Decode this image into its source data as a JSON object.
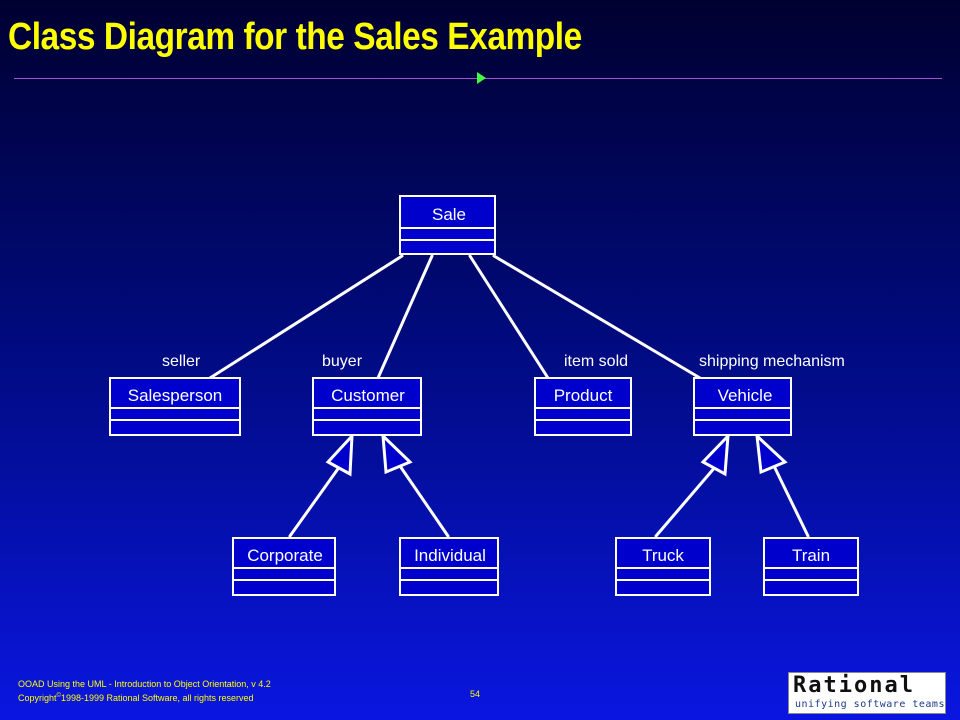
{
  "title": "Class Diagram for the Sales Example",
  "classes": {
    "sale": "Sale",
    "salesperson": "Salesperson",
    "customer": "Customer",
    "product": "Product",
    "vehicle": "Vehicle",
    "corporate": "Corporate",
    "individual": "Individual",
    "truck": "Truck",
    "train": "Train"
  },
  "roles": {
    "seller": "seller",
    "buyer": "buyer",
    "item_sold": "item sold",
    "shipping_mechanism": "shipping mechanism"
  },
  "footer": {
    "line1": "OOAD Using the UML - Introduction to Object Orientation, v 4.2",
    "copyright_prefix": "Copyright",
    "copyright_symbol": "©",
    "copyright_rest": "1998-1999 Rational Software, all rights reserved",
    "page_number": "54"
  },
  "logo": {
    "wordmark": "Rational",
    "tagline": "unifying software teams"
  },
  "colors": {
    "title": "#ffff00",
    "accent_arrow": "#40ff40",
    "diagram_stroke": "#ffffff",
    "class_fill": "#0000cc"
  }
}
